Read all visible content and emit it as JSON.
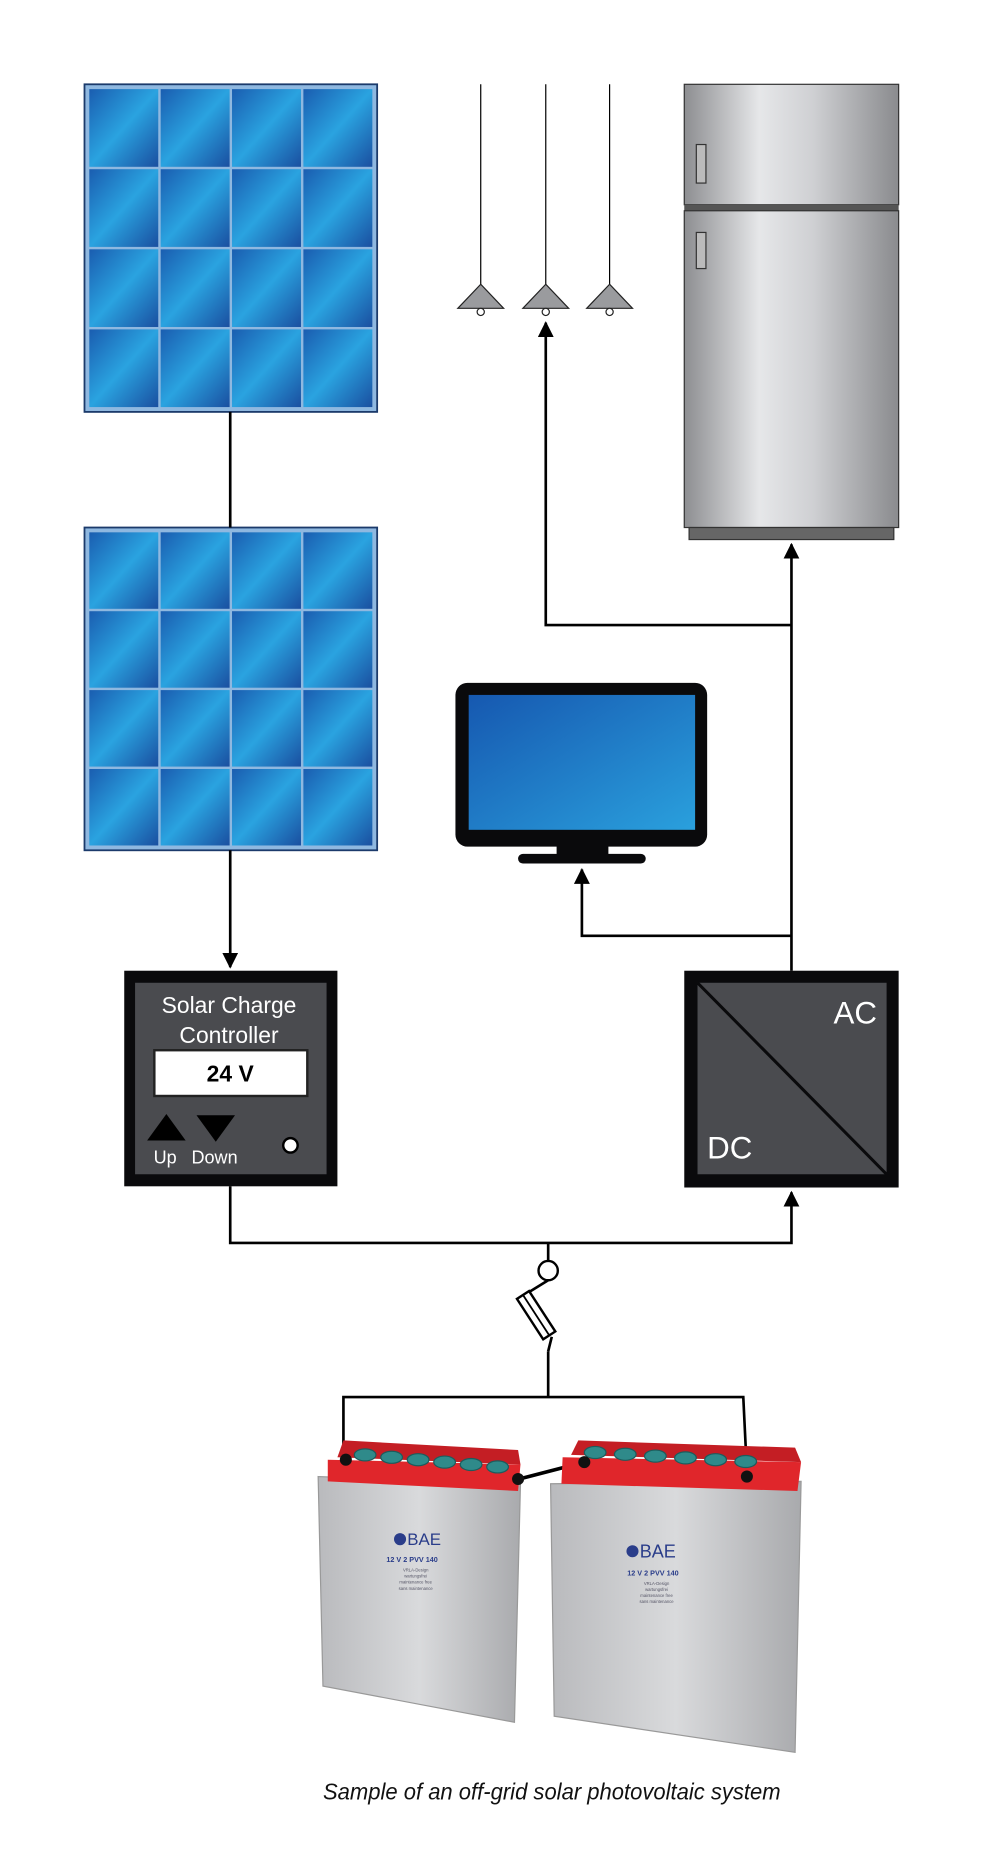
{
  "controller": {
    "title_line1": "Solar Charge",
    "title_line2": "Controller",
    "display_value": "24 V",
    "up_label": "Up",
    "down_label": "Down"
  },
  "inverter": {
    "ac_label": "AC",
    "dc_label": "DC"
  },
  "batteries": [
    {
      "brand": "BAE",
      "model": "12 V 2 PVV 140",
      "notes": [
        "VRLA-Design",
        "wartungsfrei",
        "maintenance free",
        "sans maintenance"
      ]
    },
    {
      "brand": "BAE",
      "model": "12 V 2 PVV 140",
      "notes": [
        "VRLA-Design",
        "wartungsfrei",
        "maintenance free",
        "sans maintenance"
      ]
    }
  ],
  "caption": "Sample of an off-grid solar photovoltaic system",
  "colors": {
    "panel_blue_light": "#2aa3e0",
    "panel_blue_dark": "#1a4fa0",
    "box_dark": "#0a0a0c",
    "box_grey": "#4a4b4f",
    "battery_red": "#e0262b",
    "battery_cap": "#2f8a8a"
  }
}
